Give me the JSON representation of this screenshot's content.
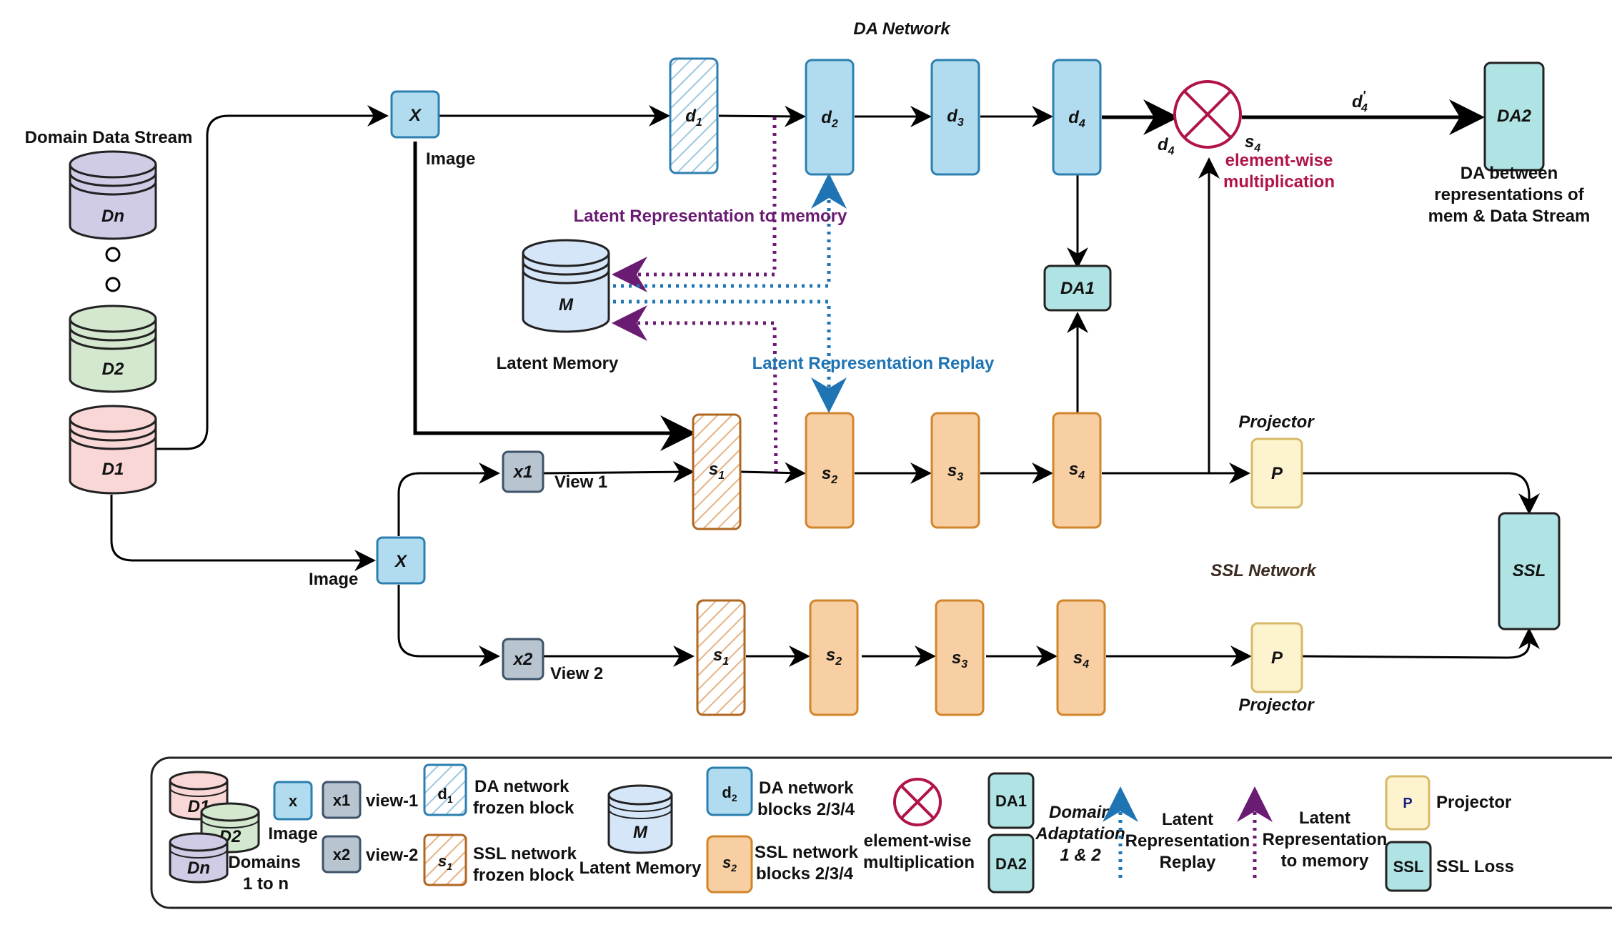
{
  "titles": {
    "da_network": "DA Network",
    "ssl_network": "SSL Network",
    "domain_data_stream": "Domain Data Stream"
  },
  "domains": {
    "dn": "Dn",
    "d2": "D2",
    "d1": "D1"
  },
  "inputs": {
    "x": "X",
    "x1": "x1",
    "x2": "x2",
    "image": "Image",
    "view1": "View 1",
    "view2": "View 2"
  },
  "da_blocks": {
    "d1": "d",
    "d1_sub": "1",
    "d2": "d",
    "d2_sub": "2",
    "d3": "d",
    "d3_sub": "3",
    "d4": "d",
    "d4_sub": "4"
  },
  "ssl_blocks": {
    "s1": "s",
    "s1_sub": "1",
    "s2": "s",
    "s2_sub": "2",
    "s3": "s",
    "s3_sub": "3",
    "s4": "s",
    "s4_sub": "4"
  },
  "memory": {
    "m": "M",
    "label": "Latent Memory"
  },
  "flow_labels": {
    "latent_to_memory": "Latent Representation to memory",
    "latent_replay": "Latent Representation Replay",
    "d4_out": "d",
    "d4_out_sub": "4",
    "s4_out": "s",
    "s4_out_sub": "4",
    "d4_prime": "d",
    "d4_prime_sub": "4",
    "d4_prime_mark": "'",
    "elementwise_l1": "element-wise",
    "elementwise_l2": "multiplication"
  },
  "heads": {
    "da1": "DA1",
    "da2": "DA2",
    "ssl": "SSL",
    "p": "P",
    "projector": "Projector",
    "da_between_l1": "DA between",
    "da_between_l2": "representations of",
    "da_between_l3": "mem & Data Stream"
  },
  "legend": {
    "d1": "D1",
    "d2": "D2",
    "dn": "Dn",
    "domains_l1": "Domains",
    "domains_l2": "1 to n",
    "x": "x",
    "image": "Image",
    "x1": "x1",
    "view1": "view-1",
    "x2": "x2",
    "view2": "view-2",
    "d1_block": "d",
    "d1_block_sub": "1",
    "da_frozen_l1": "DA network",
    "da_frozen_l2": "frozen block",
    "s1_block": "s",
    "s1_block_sub": "1",
    "ssl_frozen_l1": "SSL network",
    "ssl_frozen_l2": "frozen block",
    "m": "M",
    "latent_memory": "Latent Memory",
    "d2_block": "d",
    "d2_block_sub": "2",
    "da_blocks_l1": "DA network",
    "da_blocks_l2": "blocks 2/3/4",
    "s2_block": "s",
    "s2_block_sub": "2",
    "ssl_blocks_l1": "SSL network",
    "ssl_blocks_l2": "blocks 2/3/4",
    "ew_l1": "element-wise",
    "ew_l2": "multiplication",
    "da1": "DA1",
    "da2": "DA2",
    "dom_ad_l1": "Domain",
    "dom_ad_l2": "Adaptation",
    "dom_ad_l3": "1 & 2",
    "replay_l1": "Latent",
    "replay_l2": "Representation",
    "replay_l3": "Replay",
    "tomem_l1": "Latent",
    "tomem_l2": "Representation",
    "tomem_l3": "to memory",
    "p": "P",
    "projector": "Projector",
    "ssl": "SSL",
    "ssl_loss": "SSL Loss"
  },
  "colors": {
    "blue_fill": "#b1dcef",
    "blue_stroke": "#2d7fb0",
    "orange_fill": "#f7cfa3",
    "orange_stroke": "#d2852b",
    "teal_fill": "#b0e3e3",
    "gray_fill": "#b8c4d0",
    "purple_arrow": "#6a1b72",
    "blue_arrow": "#1f74b4",
    "ew_red": "#b0144a"
  }
}
